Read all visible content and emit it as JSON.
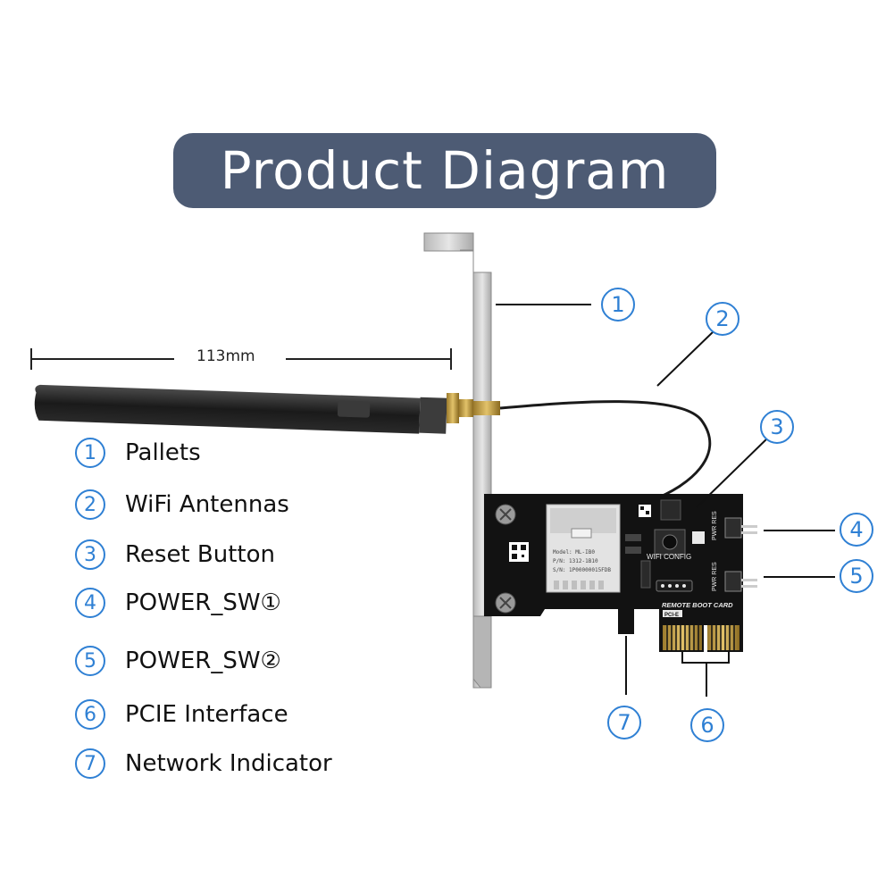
{
  "title": "Product Diagram",
  "dimension_label": "113mm",
  "legend": [
    {
      "num": "1",
      "label": "Pallets"
    },
    {
      "num": "2",
      "label": "WiFi Antennas"
    },
    {
      "num": "3",
      "label": "Reset Button"
    },
    {
      "num": "4",
      "label": "POWER_SW①"
    },
    {
      "num": "5",
      "label": "POWER_SW②"
    },
    {
      "num": "6",
      "label": "PCIE Interface"
    },
    {
      "num": "7",
      "label": "Network Indicator"
    }
  ],
  "callouts": [
    "1",
    "2",
    "3",
    "4",
    "5",
    "6",
    "7"
  ],
  "board_text": {
    "wifi_config": "WIFI CONFIG",
    "remote_boot": "REMOTE BOOT CARD",
    "pcie": "PCI-E",
    "pwr_res": "PWR RES"
  },
  "colors": {
    "pill": "#4d5b74",
    "accent": "#2f80d4",
    "pcb": "#111111"
  }
}
